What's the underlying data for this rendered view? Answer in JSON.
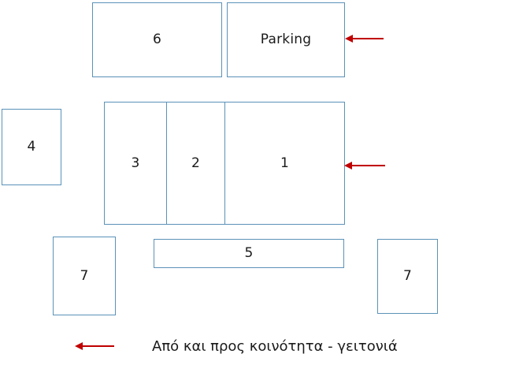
{
  "diagram": {
    "title_text": "",
    "colors": {
      "box_border": "#5b92b8",
      "arrow": "#c00000",
      "text": "#1a1a1a",
      "background": "#ffffff"
    },
    "top_row": [
      {
        "label": "6",
        "name": "box-6"
      },
      {
        "label": "Parking",
        "name": "box-parking"
      }
    ],
    "left_box": {
      "label": "4",
      "name": "box-4"
    },
    "middle_strip": [
      {
        "label": "3",
        "name": "box-3"
      },
      {
        "label": "2",
        "name": "box-2"
      },
      {
        "label": "1",
        "name": "box-1"
      }
    ],
    "bottom_row": [
      {
        "label": "7",
        "name": "box-7-left"
      },
      {
        "label": "5",
        "name": "box-5"
      },
      {
        "label": "7",
        "name": "box-7-right"
      }
    ],
    "arrows": [
      {
        "name": "arrow-to-parking",
        "direction": "left"
      },
      {
        "name": "arrow-to-box-1",
        "direction": "left"
      },
      {
        "name": "arrow-caption",
        "direction": "left"
      }
    ],
    "caption": "Από και προς κοινότητα - γειτονιά"
  }
}
